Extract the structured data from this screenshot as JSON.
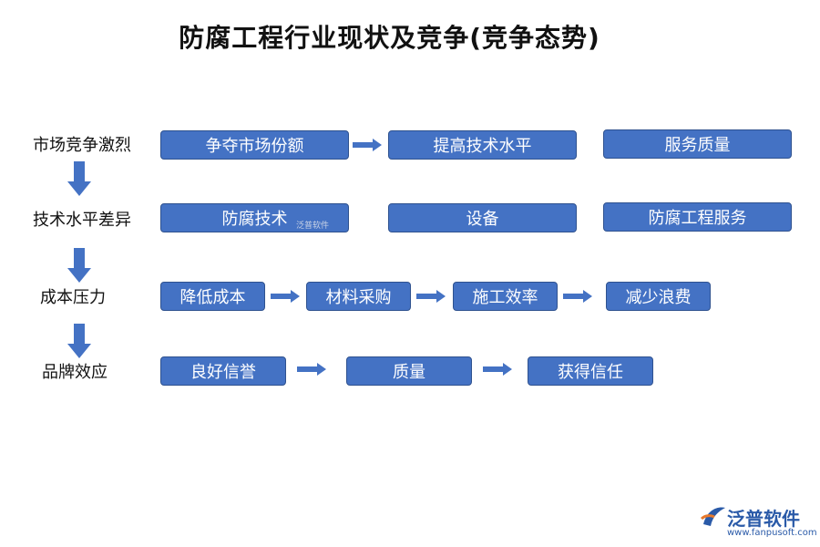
{
  "title": "防腐工程行业现状及竞争(竞争态势)",
  "rows": [
    {
      "label": "市场竞争激烈",
      "boxes": [
        "争夺市场份额",
        "提高技术水平",
        "服务质量"
      ]
    },
    {
      "label": "技术水平差异",
      "boxes": [
        "防腐技术",
        "设备",
        "防腐工程服务"
      ]
    },
    {
      "label": "成本压力",
      "boxes": [
        "降低成本",
        "材料采购",
        "施工效率",
        "减少浪费"
      ]
    },
    {
      "label": "品牌效应",
      "boxes": [
        "良好信誉",
        "质量",
        "获得信任"
      ]
    }
  ],
  "watermark": "泛普软件",
  "logo": {
    "name": "泛普软件",
    "url": "www.fanpusoft.com"
  },
  "colors": {
    "box_fill": "#4472c4",
    "box_border": "#2f528f",
    "arrow": "#4472c4"
  }
}
